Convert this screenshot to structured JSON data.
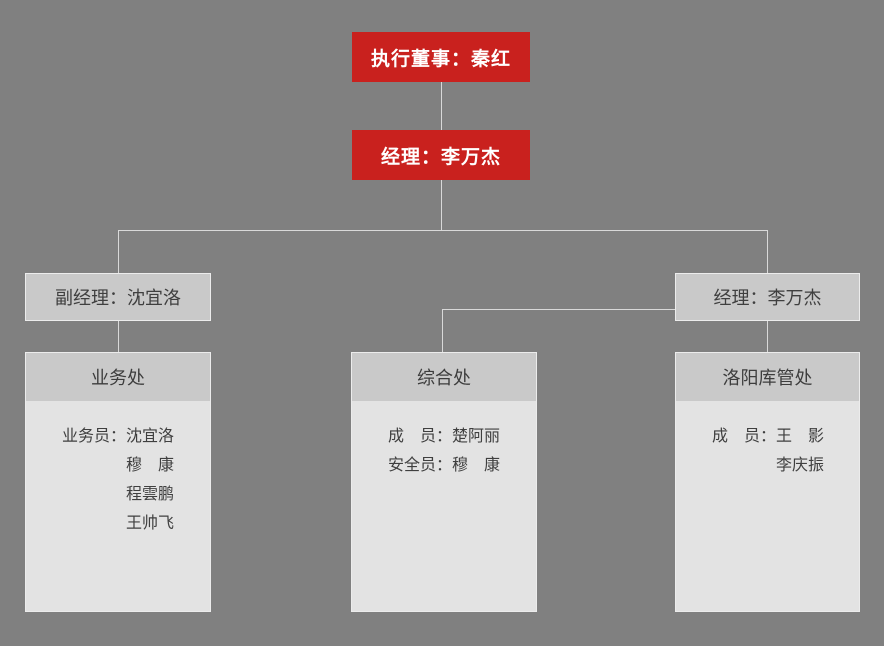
{
  "colors": {
    "background": "#808080",
    "node_red": "#c9211e",
    "node_red_text": "#ffffff",
    "node_gray": "#c9c9c9",
    "dept_body_gray": "#e3e3e3",
    "text_dark": "#3f3f3f",
    "connector": "#d9d9d9"
  },
  "nodes": {
    "director": {
      "label": "执行董事：秦红"
    },
    "manager": {
      "label": "经理：李万杰"
    },
    "deputy": {
      "label": "副经理：沈宜洛"
    },
    "right_manager": {
      "label": "经理：李万杰"
    }
  },
  "departments": [
    {
      "title": "业务处",
      "rows": [
        {
          "label": "业务员：",
          "name": "沈宜洛"
        },
        {
          "label": "",
          "name": "穆　康"
        },
        {
          "label": "",
          "name": "程雲鹏"
        },
        {
          "label": "",
          "name": "王帅飞"
        }
      ]
    },
    {
      "title": "综合处",
      "rows": [
        {
          "label": "成　员：",
          "name": "楚阿丽"
        },
        {
          "label": "安全员：",
          "name": "穆　康"
        }
      ]
    },
    {
      "title": "洛阳库管处",
      "rows": [
        {
          "label": "成　员：",
          "name": "王　影"
        },
        {
          "label": "",
          "name": "李庆振"
        }
      ]
    }
  ]
}
